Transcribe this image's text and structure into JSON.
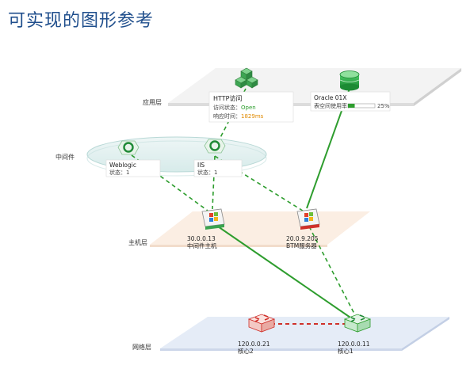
{
  "page": {
    "title": "可实现的图形参考"
  },
  "layers": {
    "app": "应用层",
    "middleware": "中间件",
    "host": "主机层",
    "network": "网络层"
  },
  "nodes": {
    "http": {
      "title": "HTTP访问",
      "status_label": "访问状态：",
      "status_value": "Open",
      "time_label": "响应时间：",
      "time_value": "1829ms",
      "status_color": "#2e9d2e",
      "time_color": "#e08a00"
    },
    "oracle": {
      "title": "Oracle 01X",
      "usage_label": "表空间使用率：",
      "usage_pct": "25%",
      "usage_fraction": 0.25
    },
    "weblogic": {
      "title": "Weblogic",
      "status": "状态：1"
    },
    "iis": {
      "title": "IIS",
      "status": "状态：1"
    },
    "host1": {
      "ip": "30.0.0.13",
      "name": "中间件主机"
    },
    "host2": {
      "ip": "20.0.9.205",
      "name": "BTM服务器"
    },
    "core2": {
      "ip": "120.0.0.21",
      "name": "核心2"
    },
    "core1": {
      "ip": "120.0.0.11",
      "name": "核心1"
    }
  },
  "colors": {
    "ok": "#2e9d2e",
    "fault": "#d0302a",
    "title": "#1f4e8c"
  },
  "icons": {
    "http": "http-cubes-icon",
    "oracle": "database-icon",
    "weblogic": "middleware-ring-icon",
    "iis": "middleware-ring-icon",
    "host1": "windows-server-icon",
    "host2": "windows-server-alarm-icon",
    "core1": "router-icon",
    "core2": "router-alarm-icon"
  }
}
